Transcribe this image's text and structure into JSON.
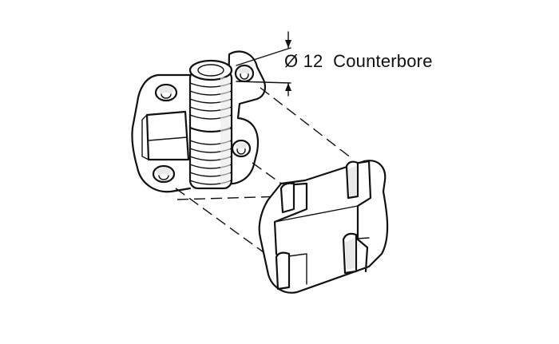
{
  "annotation": {
    "symbol": "Ø",
    "value": "12",
    "text": "Counterbore"
  },
  "colors": {
    "line": "#111111",
    "shade": "#e9e9e9",
    "background": "#ffffff"
  }
}
